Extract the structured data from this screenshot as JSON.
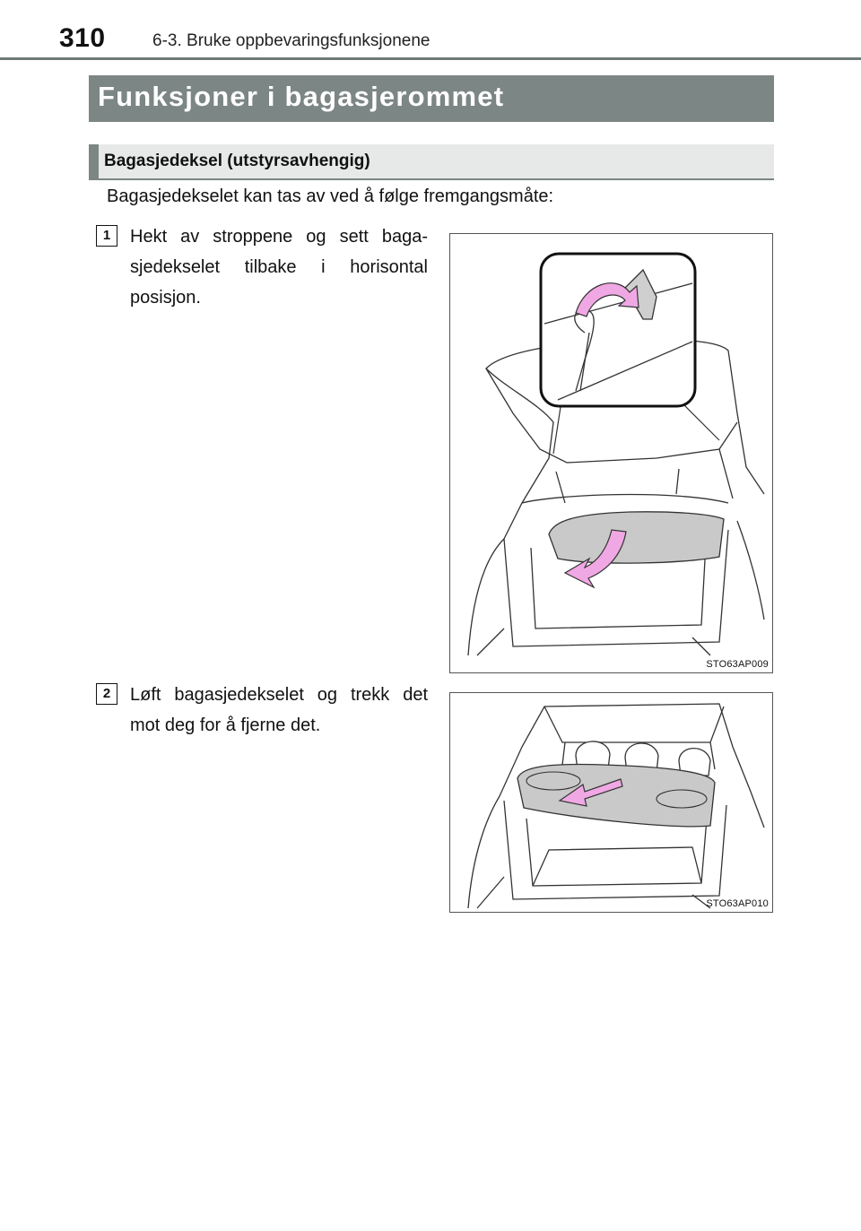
{
  "header": {
    "page_number": "310",
    "breadcrumb": "6-3. Bruke oppbevaringsfunksjonene"
  },
  "section": {
    "title": "Funksjoner i bagasjerommet"
  },
  "subsection": {
    "title": "Bagasjedeksel (utstyrsavhengig)"
  },
  "intro": "Bagasjedekselet kan tas av ved å følge fremgangsmåte:",
  "steps": [
    {
      "number": "1",
      "text": "Hekt av stroppene og sett baga-sjedekselet tilbake i horisontal posisjon.",
      "figure_code": "STO63AP009"
    },
    {
      "number": "2",
      "text": "Løft bagasjedekselet og trekk det mot deg for å fjerne det.",
      "figure_code": "STO63AP010"
    }
  ],
  "colors": {
    "banner": "#7c8684",
    "sub_banner_bg": "#e7e9e8",
    "arrow_pink": "#f0a8e4"
  },
  "icons": [
    "pink-arrow-icon"
  ]
}
